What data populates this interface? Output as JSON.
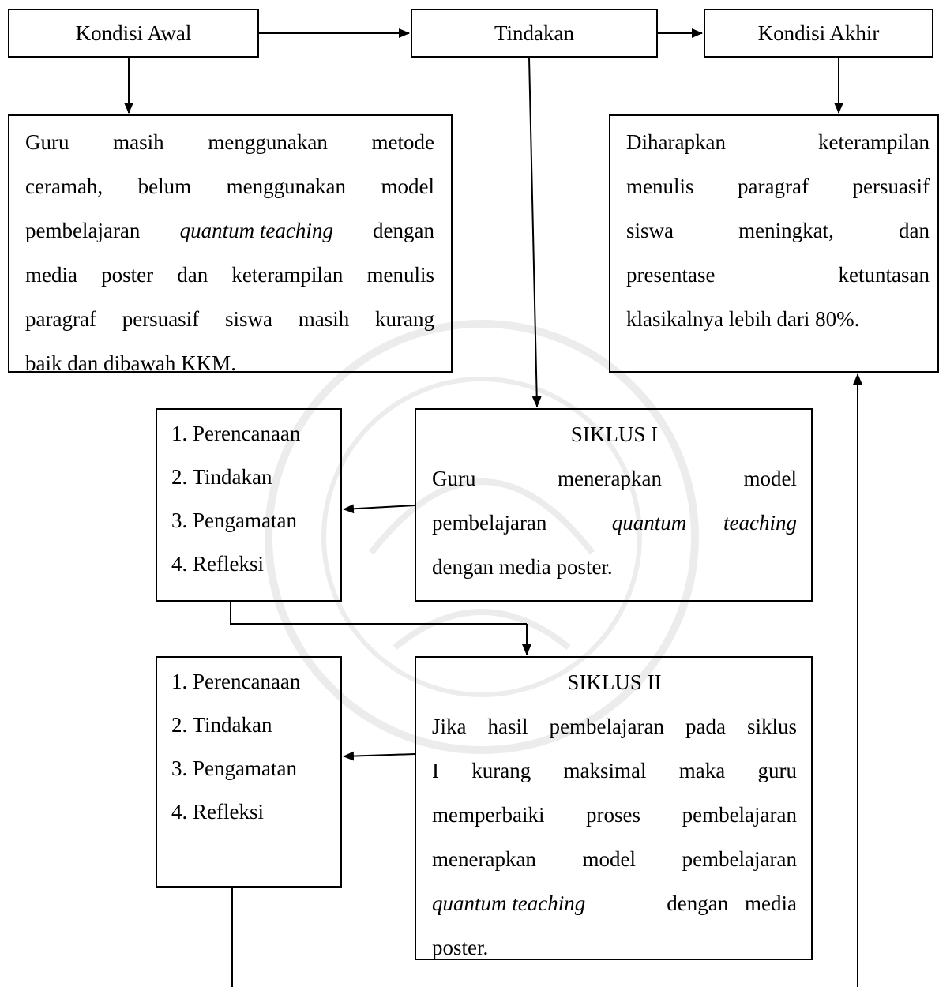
{
  "headers": {
    "kondisi_awal": "Kondisi Awal",
    "tindakan": "Tindakan",
    "kondisi_akhir": "Kondisi Akhir"
  },
  "awal_box": {
    "lines": [
      {
        "parts": [
          "Guru masih menggunakan metode"
        ]
      },
      {
        "parts": [
          "ceramah, belum menggunakan model"
        ]
      },
      {
        "parts": [
          "pembelajaran ",
          "quantum teaching",
          " dengan"
        ]
      },
      {
        "parts": [
          "media poster dan keterampilan menulis"
        ]
      },
      {
        "parts": [
          "paragraf persuasif siswa masih kurang"
        ]
      },
      {
        "parts": [
          "baik dan dibawah KKM."
        ]
      }
    ]
  },
  "akhir_box": {
    "lines": [
      "Diharapkan keterampilan",
      "menulis paragraf persuasif",
      "siswa meningkat, dan",
      "presentase ketuntasan",
      "klasikalnya lebih dari 80%."
    ]
  },
  "steps_1": [
    "1. Perencanaan",
    "2. Tindakan",
    "3. Pengamatan",
    "4. Refleksi"
  ],
  "steps_2": [
    "1. Perencanaan",
    "2. Tindakan",
    "3. Pengamatan",
    "4. Refleksi"
  ],
  "siklus_1": {
    "title": "SIKLUS I",
    "line1": "Guru menerapkan model",
    "line2_a": "pembelajaran ",
    "line2_b": "quantum teaching",
    "line3": "dengan media poster."
  },
  "siklus_2": {
    "title": "SIKLUS II",
    "line1": "Jika hasil pembelajaran pada siklus",
    "line2": "I kurang maksimal maka guru",
    "line3": "memperbaiki proses pembelajaran",
    "line4": "menerapkan model pembelajaran",
    "line5_a": "quantum teaching",
    "line5_b": " dengan media",
    "line6": "poster."
  }
}
